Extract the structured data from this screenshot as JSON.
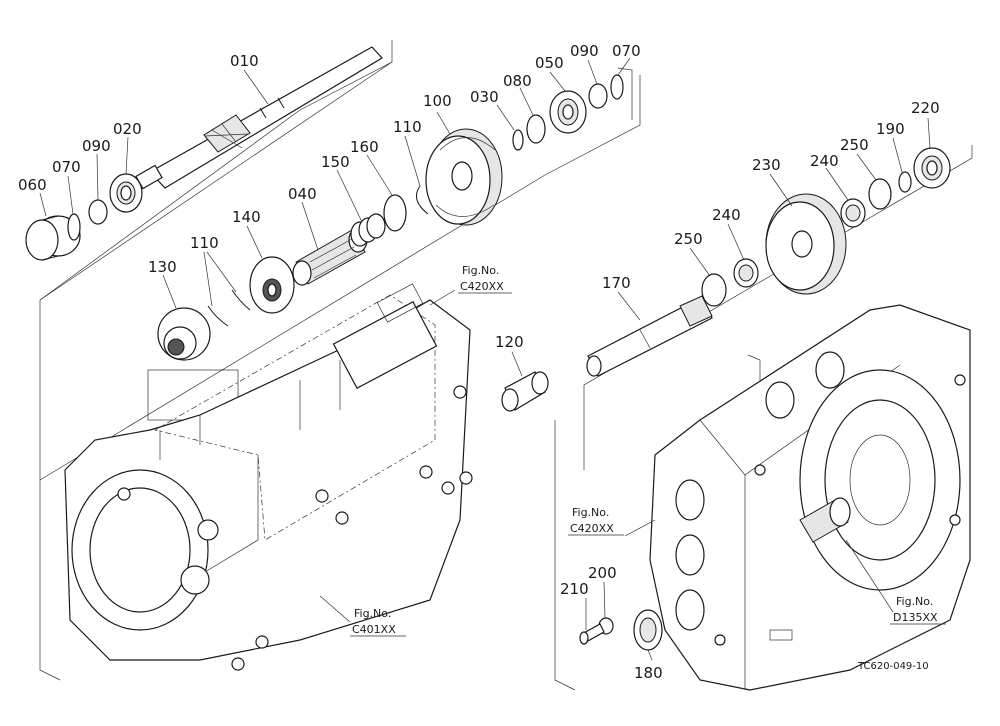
{
  "parts": [
    "010",
    "020",
    "030",
    "040",
    "050",
    "060",
    "070",
    "080",
    "090",
    "100",
    "110",
    "120",
    "130",
    "140",
    "150",
    "160",
    "170",
    "180",
    "190",
    "200",
    "210",
    "220",
    "230",
    "240",
    "250"
  ],
  "labels": {
    "p010": "010",
    "p060": "060",
    "p070a": "070",
    "p090a": "090",
    "p020": "020",
    "p100": "100",
    "p030": "030",
    "p080": "080",
    "p050": "050",
    "p090b": "090",
    "p070b": "070",
    "p160": "160",
    "p150": "150",
    "p110a": "110",
    "p040": "040",
    "p140": "140",
    "p110b": "110",
    "p130": "130",
    "p120": "120",
    "p220": "220",
    "p190": "190",
    "p250a": "250",
    "p240a": "240",
    "p230": "230",
    "p240b": "240",
    "p250b": "250",
    "p170": "170",
    "p210": "210",
    "p200": "200",
    "p180": "180"
  },
  "refs": {
    "fig1_top": "Fig.No.",
    "fig1_code": "C420XX",
    "fig2_top": "Fig.No.",
    "fig2_code": "C420XX",
    "fig3_top": "Fig.No.",
    "fig3_code": "C401XX",
    "fig4_top": "Fig.No.",
    "fig4_code": "D135XX"
  },
  "drawing_code": "TC620-049-10"
}
